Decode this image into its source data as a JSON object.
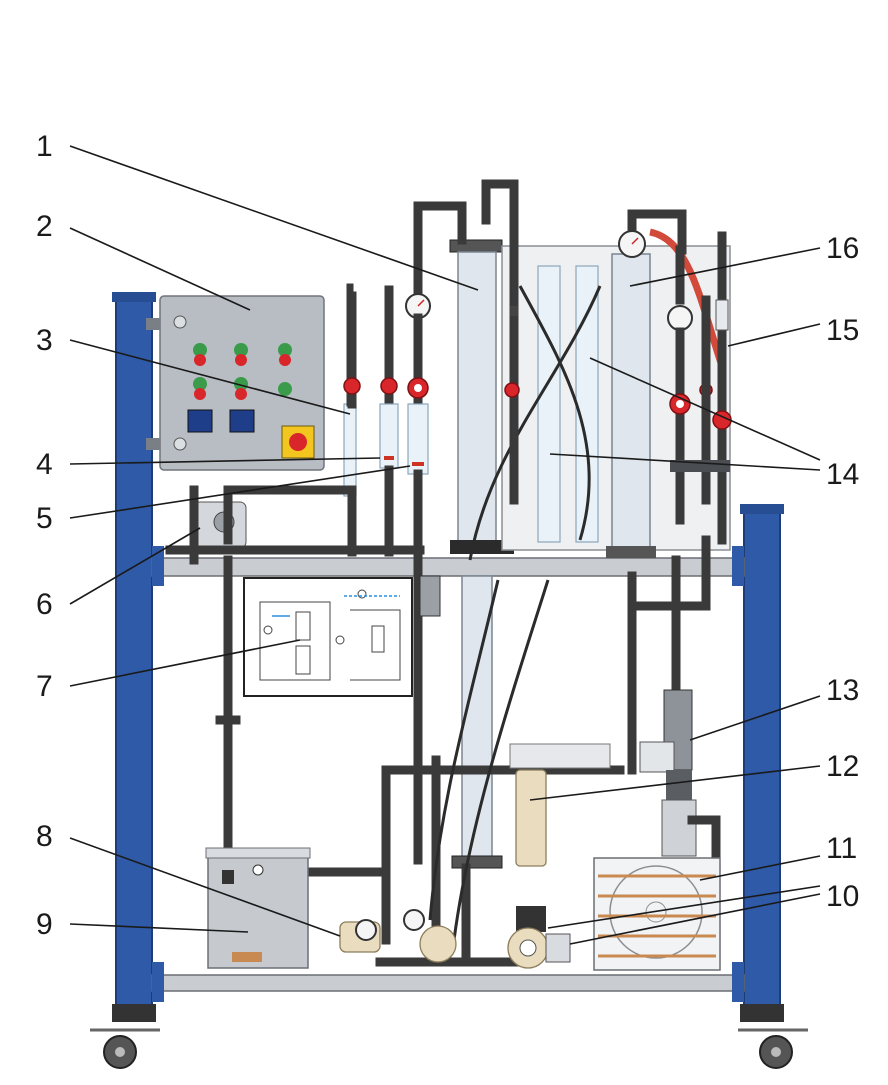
{
  "diagram": {
    "colors": {
      "frame_post": "#2f5aa8",
      "valve": "#d8262b",
      "hose": "#d24a3a",
      "pipe": "#3a3a3a",
      "panel": "#b8bdc3",
      "copper_coil": "#c98a52"
    },
    "callouts": [
      {
        "label": "1"
      },
      {
        "label": "2"
      },
      {
        "label": "3"
      },
      {
        "label": "4"
      },
      {
        "label": "5"
      },
      {
        "label": "6"
      },
      {
        "label": "7"
      },
      {
        "label": "8"
      },
      {
        "label": "9"
      },
      {
        "label": "10"
      },
      {
        "label": "11"
      },
      {
        "label": "12"
      },
      {
        "label": "13"
      },
      {
        "label": "14"
      },
      {
        "label": "15"
      },
      {
        "label": "16"
      }
    ]
  }
}
